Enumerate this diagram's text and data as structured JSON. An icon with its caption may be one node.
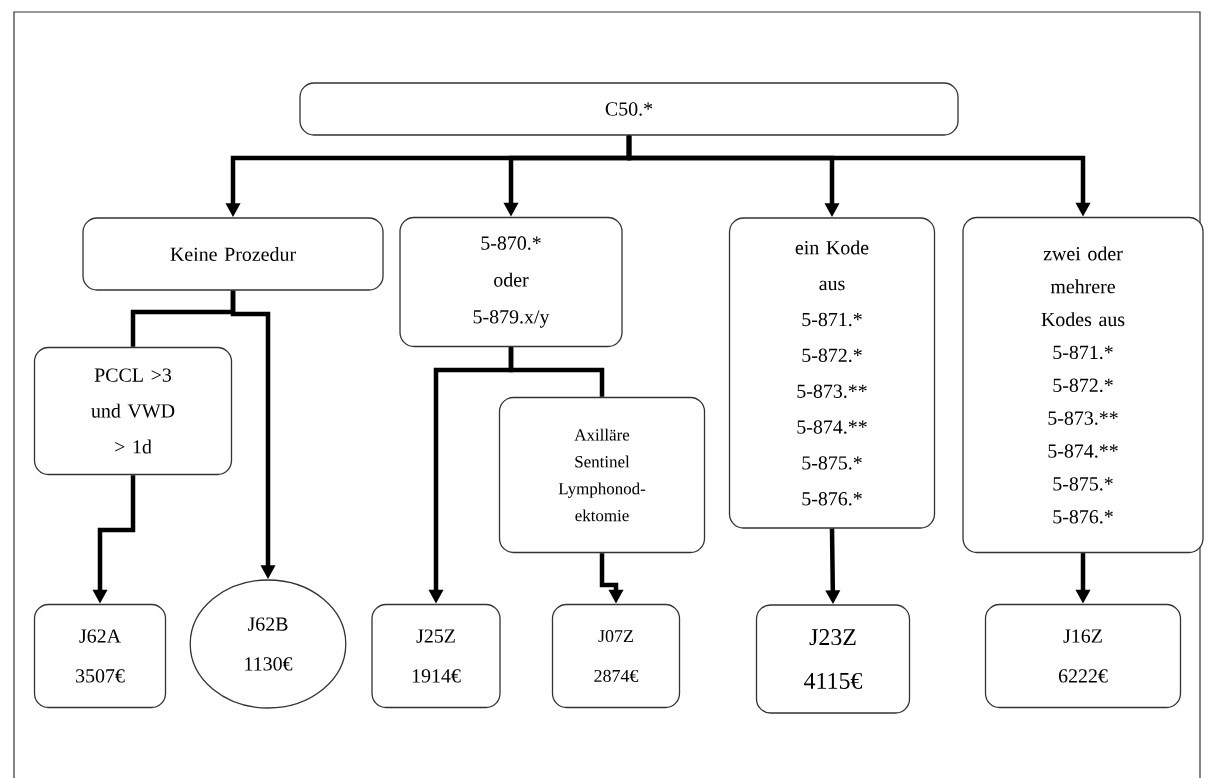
{
  "diagram": {
    "nodes": [
      {
        "text": [
          "C50.*"
        ]
      },
      {
        "text": [
          "Keine Prozedur"
        ]
      },
      {
        "text": [
          "5-870.* oder 5-879.x/y"
        ]
      },
      {
        "text": [
          "ein Kode aus",
          "5-871.*",
          "5-872.*",
          "5-873.**",
          "5-874.**",
          "5-875.*",
          "5-876.*"
        ]
      },
      {
        "text": [
          "zwei oder mehrere Kodes aus",
          "5-871.*",
          "5-872.*",
          "5-873.**",
          "5-874.**",
          "5-875.*",
          "5-876.*"
        ]
      },
      {
        "text": [
          "PCCL >3 und VWD > 1d"
        ]
      },
      {
        "text": [
          "Axilläre Sentinel Lymphonod- ektomie"
        ]
      },
      {
        "text": [
          "J62A",
          "3507€"
        ]
      },
      {
        "text": [
          "J62B",
          "1130€"
        ]
      },
      {
        "text": [
          "J25Z",
          "1914€"
        ]
      },
      {
        "text": [
          "J07Z",
          "2874€"
        ]
      },
      {
        "text": [
          "J23Z",
          "4115€"
        ]
      },
      {
        "text": [
          "J16Z",
          "6222€"
        ]
      }
    ],
    "edges": [
      {
        "from": 0,
        "to": 1,
        "arrow": "to"
      },
      {
        "from": 0,
        "to": 2,
        "arrow": "to"
      },
      {
        "from": 0,
        "to": 3,
        "arrow": "to"
      },
      {
        "from": 0,
        "to": 4,
        "arrow": "to"
      },
      {
        "from": 1,
        "to": 5,
        "arrow": "none"
      },
      {
        "from": 1,
        "to": 8,
        "arrow": "to"
      },
      {
        "from": 5,
        "to": 7,
        "arrow": "to"
      },
      {
        "from": 2,
        "to": 9,
        "arrow": "to"
      },
      {
        "from": 2,
        "to": 6,
        "arrow": "none"
      },
      {
        "from": 6,
        "to": 10,
        "arrow": "to"
      },
      {
        "from": 3,
        "to": 11,
        "arrow": "to"
      },
      {
        "from": 4,
        "to": 12,
        "arrow": "to"
      }
    ]
  }
}
